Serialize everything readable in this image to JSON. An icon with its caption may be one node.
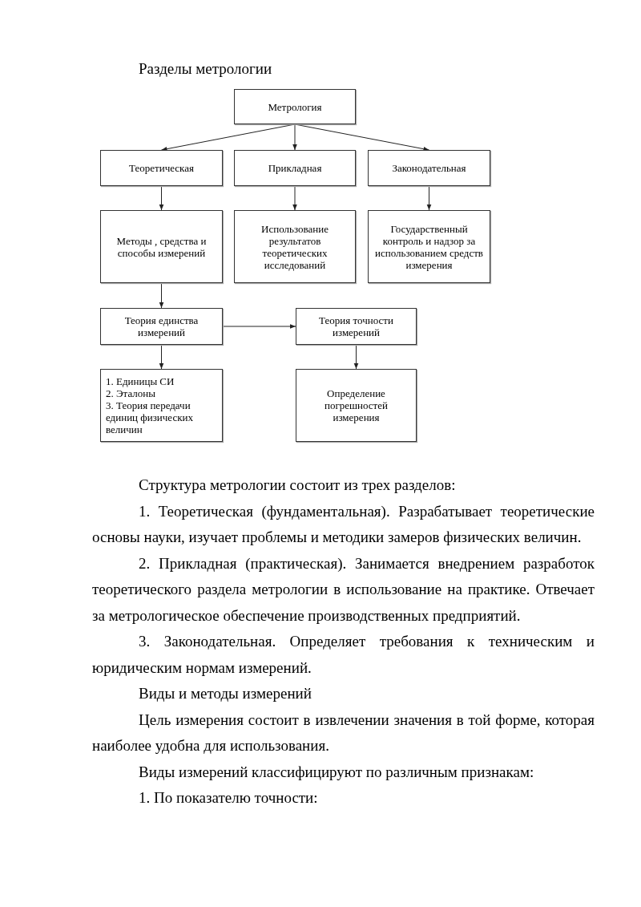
{
  "diagram": {
    "title": "Разделы метрологии",
    "nodes": [
      {
        "text": [
          "Метрология"
        ]
      },
      {
        "text": [
          "Теоретическая"
        ]
      },
      {
        "text": [
          "Прикладная"
        ]
      },
      {
        "text": [
          "Законодательная"
        ]
      },
      {
        "text": [
          "Методы , средства и способы измерений"
        ]
      },
      {
        "text": [
          "Использование результатов теоретических исследований"
        ]
      },
      {
        "text": [
          "Государственный контроль и надзор за использованием средств измерения"
        ]
      },
      {
        "text": [
          "Теория единства измерений"
        ]
      },
      {
        "text": [
          "Теория точности измерений"
        ]
      },
      {
        "text": [
          "1. Единицы СИ",
          "2. Эталоны",
          "3. Теория передачи единиц физических величин"
        ]
      },
      {
        "text": [
          "Определение погрешностей измерения"
        ]
      }
    ],
    "edges": [
      {
        "from": 0,
        "to": 1,
        "arrow": "to"
      },
      {
        "from": 0,
        "to": 2,
        "arrow": "to"
      },
      {
        "from": 0,
        "to": 3,
        "arrow": "to"
      },
      {
        "from": 1,
        "to": 4,
        "arrow": "to"
      },
      {
        "from": 2,
        "to": 5,
        "arrow": "to"
      },
      {
        "from": 3,
        "to": 6,
        "arrow": "to"
      },
      {
        "from": 4,
        "to": 7,
        "arrow": "to"
      },
      {
        "from": 7,
        "to": 8,
        "arrow": "to"
      },
      {
        "from": 7,
        "to": 9,
        "arrow": "to"
      },
      {
        "from": 8,
        "to": 10,
        "arrow": "to"
      }
    ],
    "labels": [
      "Структура метрологии состоит из трех разделов:",
      "1. Теоретическая (фундаментальная). Разрабатывает теоретические основы науки, изучает проблемы и методики замеров физических величин.",
      "2. Прикладная (практическая). Занимается внедрением разработок теоретического раздела метрологии в использование на практике. Отвечает за метрологическое обеспечение производственных предприятий.",
      "3. Законодательная. Определяет требования к техническим и юридическим нормам измерений.",
      "Виды и методы измерений",
      "Цель измерения состоит в извлечении значения в той форме, которая наиболее удобна для использования.",
      "Виды измерений классифицируют по различным признакам:",
      "1. По показателю точности:"
    ]
  }
}
